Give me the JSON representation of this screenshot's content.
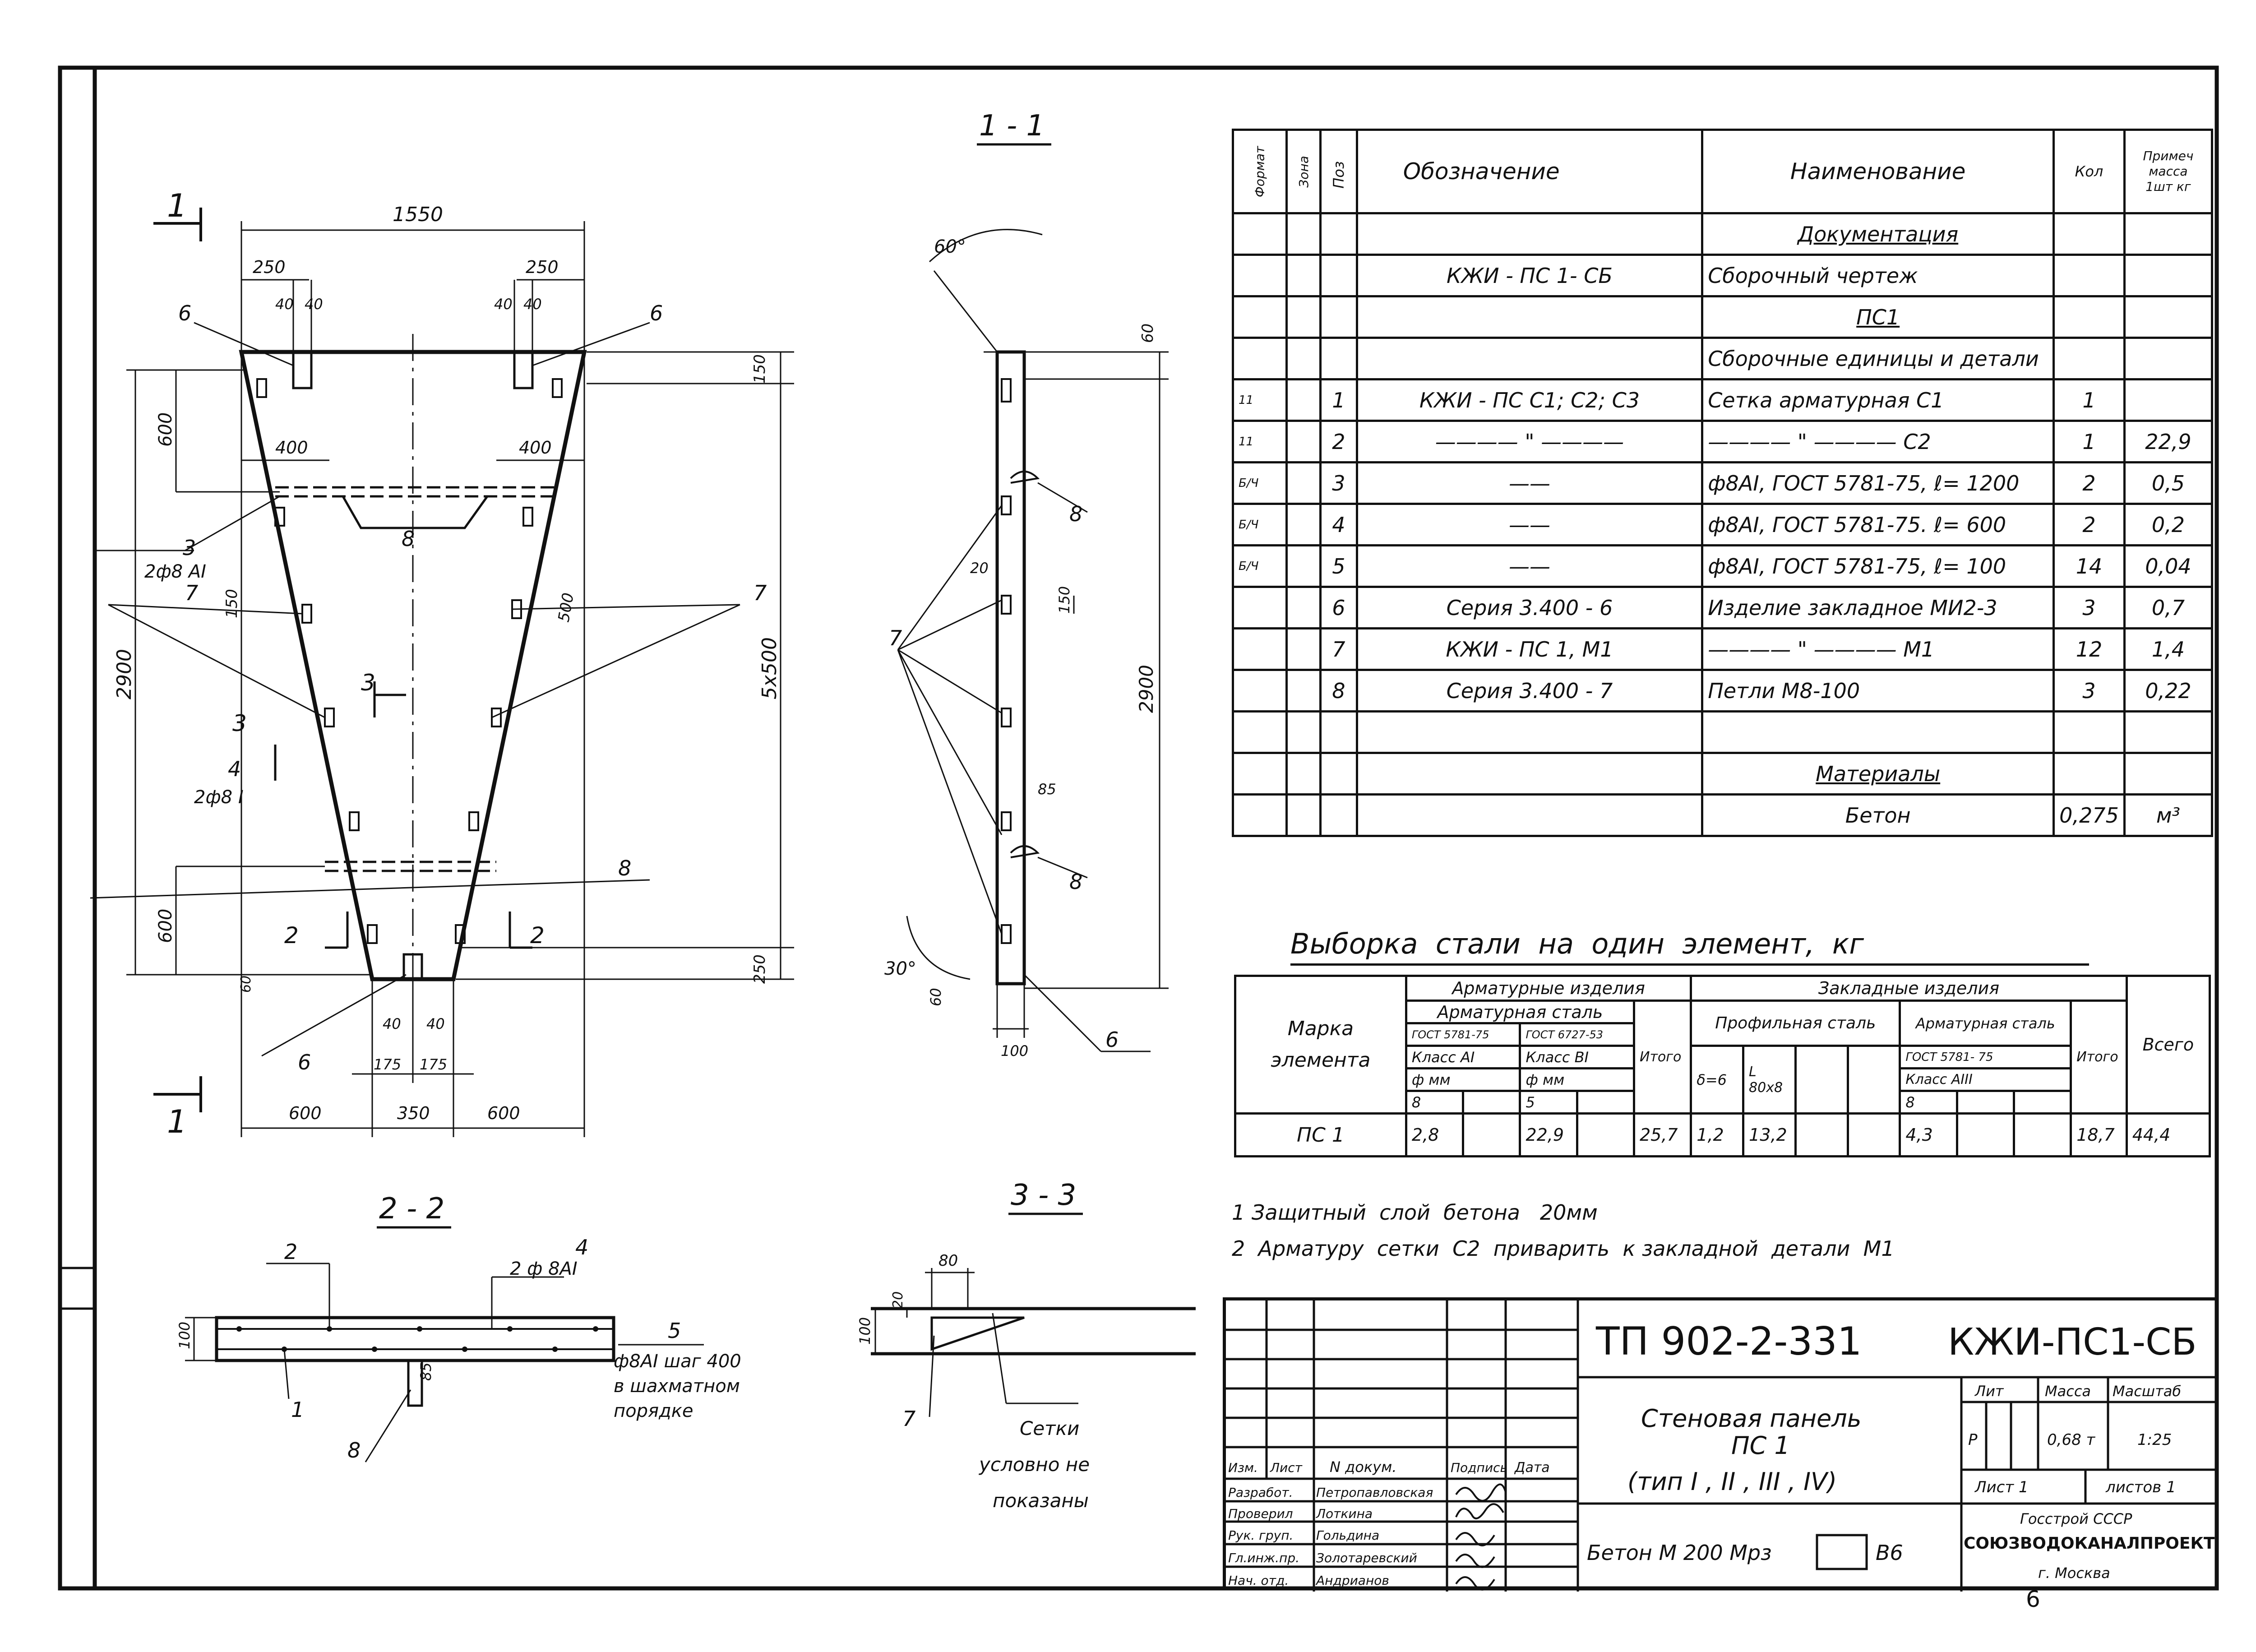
{
  "sheet": {
    "page_number": "6"
  },
  "views": {
    "main_title": "1 - 1",
    "section_2_title": "2 - 2",
    "section_3_title": "3 - 3",
    "cut_marker": "1",
    "arrow_2": "2",
    "arrow_3": "3",
    "angle_60": "60°",
    "angle_30": "30°"
  },
  "dimensions": {
    "top_width": "1550",
    "left_250": "250",
    "right_250": "250",
    "d40a": "40",
    "d40b": "40",
    "d40c": "40",
    "d40d": "40",
    "d400a": "400",
    "d400b": "400",
    "d600a": "600",
    "d600b": "600",
    "d2900": "2900",
    "d5x500": "5x500",
    "d150a": "150",
    "d150b": "150",
    "d500": "500",
    "d250bottom": "250",
    "d60": "60",
    "d40e": "40",
    "d40f": "40",
    "d175a": "175",
    "d175b": "175",
    "bottom_600a": "600",
    "bottom_350": "350",
    "bottom_600b": "600",
    "side_60": "60",
    "side_2900": "2900",
    "side_20": "20",
    "side_150": "150",
    "side_85": "85",
    "side_60b": "60",
    "side_100": "100",
    "s2_100": "100",
    "s2_85": "85",
    "s3_80": "80",
    "s3_20": "20",
    "s3_100": "100"
  },
  "callouts": {
    "c1": "1",
    "c2": "2",
    "c3": "3",
    "c4": "4",
    "c5": "5",
    "c6a": "6",
    "c6b": "6",
    "c6c": "6",
    "c6d": "6",
    "c7a": "7",
    "c7b": "7",
    "c7c": "7",
    "c7d": "7",
    "c8a": "8",
    "c8b": "8",
    "c8c": "8",
    "c8d": "8",
    "c8e": "8",
    "pos3_label": "2ф8 AI",
    "pos4_label": "2ф8 I",
    "s2_pos4_label": "2 ф 8AI",
    "s2_note_line1": "ф8AI шаг 400",
    "s2_note_line2": "в шахматном",
    "s2_note_line3": "порядке",
    "s3_note_line1": "Сетки",
    "s3_note_line2": "условно не",
    "s3_note_line3": "показаны"
  },
  "spec": {
    "headers": {
      "format": "Формат",
      "zone": "Зона",
      "pos": "Поз",
      "designation": "Обозначение",
      "name": "Наименование",
      "qty": "Кол",
      "note_line1": "Примеч",
      "note_line2": "масса",
      "note_line3": "1шт кг"
    },
    "rows": [
      {
        "format": "",
        "zone": "",
        "pos": "",
        "designation": "",
        "name": "Документация",
        "qty": "",
        "note": ""
      },
      {
        "format": "",
        "zone": "",
        "pos": "",
        "designation": "КЖИ - ПС 1- СБ",
        "name": "Сборочный чертеж",
        "qty": "",
        "note": ""
      },
      {
        "format": "",
        "zone": "",
        "pos": "",
        "designation": "",
        "name": "ПС1",
        "qty": "",
        "note": ""
      },
      {
        "format": "",
        "zone": "",
        "pos": "",
        "designation": "",
        "name": "Сборочные единицы и детали",
        "qty": "",
        "note": ""
      },
      {
        "format": "11",
        "zone": "",
        "pos": "1",
        "designation": "КЖИ - ПС  С1; С2; С3",
        "name": "Сетка арматурная  С1",
        "qty": "1",
        "note": ""
      },
      {
        "format": "11",
        "zone": "",
        "pos": "2",
        "designation": "———— \" ————",
        "name": "———— \" ————  С2",
        "qty": "1",
        "note": "22,9"
      },
      {
        "format": "Б/Ч",
        "zone": "",
        "pos": "3",
        "designation": "——",
        "name": "ф8AI, ГОСТ 5781-75, ℓ= 1200",
        "qty": "2",
        "note": "0,5"
      },
      {
        "format": "Б/Ч",
        "zone": "",
        "pos": "4",
        "designation": "——",
        "name": "ф8AI, ГОСТ 5781-75. ℓ= 600",
        "qty": "2",
        "note": "0,2"
      },
      {
        "format": "Б/Ч",
        "zone": "",
        "pos": "5",
        "designation": "——",
        "name": "ф8AI, ГОСТ 5781-75, ℓ= 100",
        "qty": "14",
        "note": "0,04"
      },
      {
        "format": "",
        "zone": "",
        "pos": "6",
        "designation": "Серия  3.400 - 6",
        "name": "Изделие закладное МИ2-3",
        "qty": "3",
        "note": "0,7"
      },
      {
        "format": "",
        "zone": "",
        "pos": "7",
        "designation": "КЖИ - ПС 1,  М1",
        "name": "———— \" ————  М1",
        "qty": "12",
        "note": "1,4"
      },
      {
        "format": "",
        "zone": "",
        "pos": "8",
        "designation": "Серия  3.400 - 7",
        "name": "Петли  М8-100",
        "qty": "3",
        "note": "0,22"
      },
      {
        "format": "",
        "zone": "",
        "pos": "",
        "designation": "",
        "name": "",
        "qty": "",
        "note": ""
      },
      {
        "format": "",
        "zone": "",
        "pos": "",
        "designation": "",
        "name": "Материалы",
        "qty": "",
        "note": ""
      },
      {
        "format": "",
        "zone": "",
        "pos": "",
        "designation": "",
        "name": "Бетон",
        "qty": "0,275",
        "note": "м³"
      }
    ]
  },
  "steel": {
    "title": "Выборка  стали  на  один  элемент,  кг",
    "h_mark1": "Марка",
    "h_mark2": "элемента",
    "h_arm_items": "Арматурные изделия",
    "h_arm_steel": "Арматурная сталь",
    "h_gost1": "ГОСТ 5781-75",
    "h_gost2": "ГОСТ 6727-53",
    "h_class_ai": "Класс AI",
    "h_class_bi": "Класс BI",
    "h_dia1": "ф мм",
    "h_dia2": "ф мм",
    "h_d8": "8",
    "h_d5": "5",
    "h_total1": "Итого",
    "h_embedded": "Закладные  изделия",
    "h_profile": "Профильная сталь",
    "h_delta": "δ=6",
    "h_angle": "L 80x8",
    "h_arm_steel2": "Арматурная сталь",
    "h_gost3": "ГОСТ 5781- 75",
    "h_class_aiii": "Класс AIII",
    "h_d8b": "8",
    "h_total2": "Итого",
    "h_grand": "Всего",
    "row": {
      "mark": "ПС 1",
      "ai8": "2,8",
      "bi5": "22,9",
      "total1": "25,7",
      "delta": "1,2",
      "angle": "13,2",
      "aiii8": "4,3",
      "total2": "18,7",
      "grand": "44,4"
    }
  },
  "notes": {
    "n1": "1 Защитный  слой  бетона   20мм",
    "n2": "2  Арматуру  сетки  С2  приварить  к закладной  детали  М1"
  },
  "stamp": {
    "project": "ТП 902-2-331",
    "code": "КЖИ-ПС1-СБ",
    "title1": "Стеновая панель",
    "title2": "ПС 1",
    "title3": "(тип I , II , III , IV)",
    "concrete": "Бетон М 200  Мрз",
    "b6": "В6",
    "h_lit": "Лит",
    "h_mass": "Масса",
    "h_scale": "Масштаб",
    "lit": "Р",
    "mass": "0,68 т",
    "scale": "1:25",
    "sheet": "Лист  1",
    "sheets": "листов  1",
    "org1": "Госстрой  СССР",
    "org2": "СОЮЗВОДОКАНАЛПРОЕКТ",
    "org3": "г. Москва",
    "h_change": "Изм.",
    "h_list": "Лист",
    "h_doc": "N докум.",
    "h_sign": "Подпись",
    "h_date": "Дата",
    "people": [
      {
        "role": "Разработ.",
        "name": "Петропавловская"
      },
      {
        "role": "Проверил",
        "name": "Лоткина"
      },
      {
        "role": "Рук. груп.",
        "name": "Гольдина"
      },
      {
        "role": "Гл.инж.пр.",
        "name": "Золотаревский"
      },
      {
        "role": "Нач. отд.",
        "name": "Андрианов"
      }
    ]
  }
}
